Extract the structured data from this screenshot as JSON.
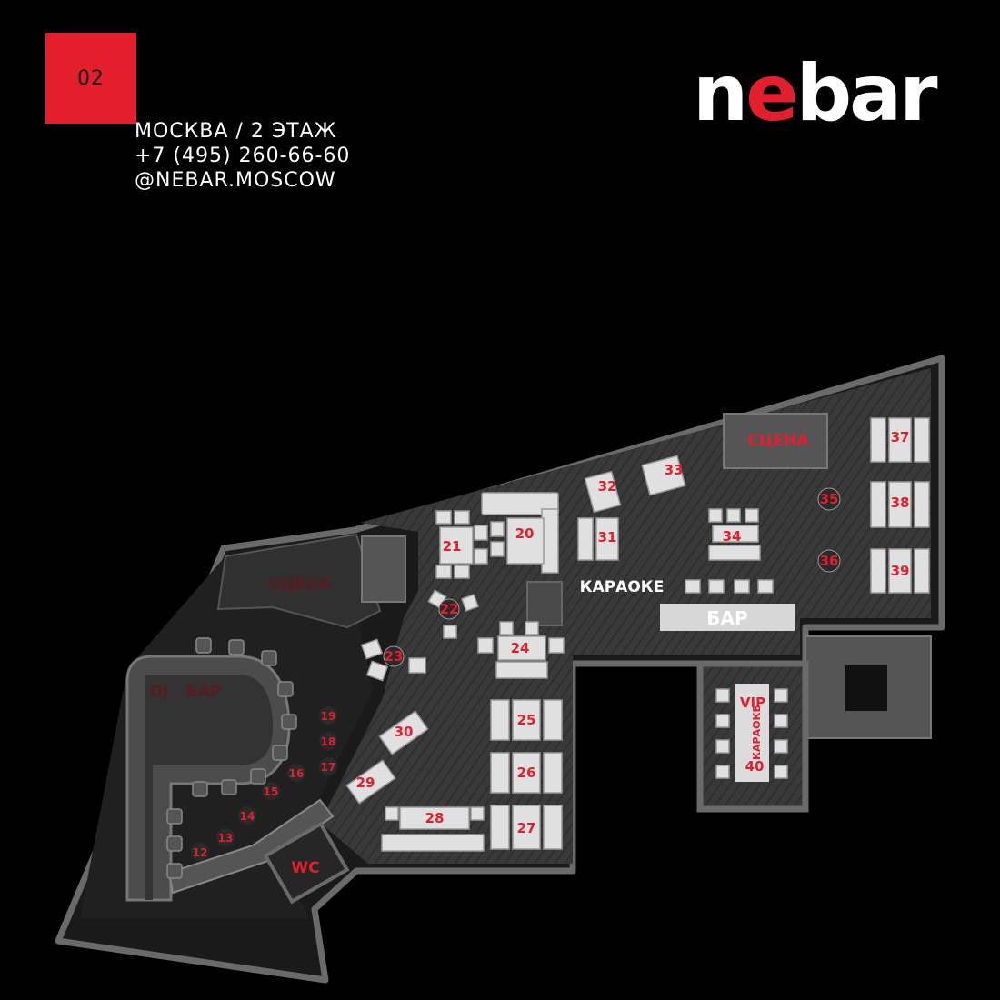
{
  "badge": {
    "text": "02",
    "color": "#e31e2d"
  },
  "info": {
    "line1": "МОСКВА / 2 ЭТАЖ",
    "line2": "+7 (495) 260-66-60",
    "line3": "@NEBAR.MOSCOW"
  },
  "logo": {
    "part1": "n",
    "part2": "e",
    "part3": "bar",
    "accent": "#e31e2d"
  },
  "colors": {
    "accent": "#e31e2d",
    "floor": "#3a3a3a",
    "dark_zone": "#1c1c1c",
    "wall": "#6a6a6a",
    "furniture": "#e6e6e6"
  },
  "zones": {
    "stage_left": "СЦЕНА",
    "stage_right": "СЦЕНА",
    "dj": "DJ",
    "bar_left": "БАР",
    "bar_main": "БАР",
    "karaoke": "КАРАОКЕ",
    "vip": "VIP",
    "vip_karaoke": "КАРАОКЕ",
    "wc": "WC"
  },
  "tables": {
    "t12": "12",
    "t13": "13",
    "t14": "14",
    "t15": "15",
    "t16": "16",
    "t17": "17",
    "t18": "18",
    "t19": "19",
    "t20": "20",
    "t21": "21",
    "t22": "22",
    "t23": "23",
    "t24": "24",
    "t25": "25",
    "t26": "26",
    "t27": "27",
    "t28": "28",
    "t29": "29",
    "t30": "30",
    "t31": "31",
    "t32": "32",
    "t33": "33",
    "t34": "34",
    "t35": "35",
    "t36": "36",
    "t37": "37",
    "t38": "38",
    "t39": "39",
    "t40": "40"
  }
}
